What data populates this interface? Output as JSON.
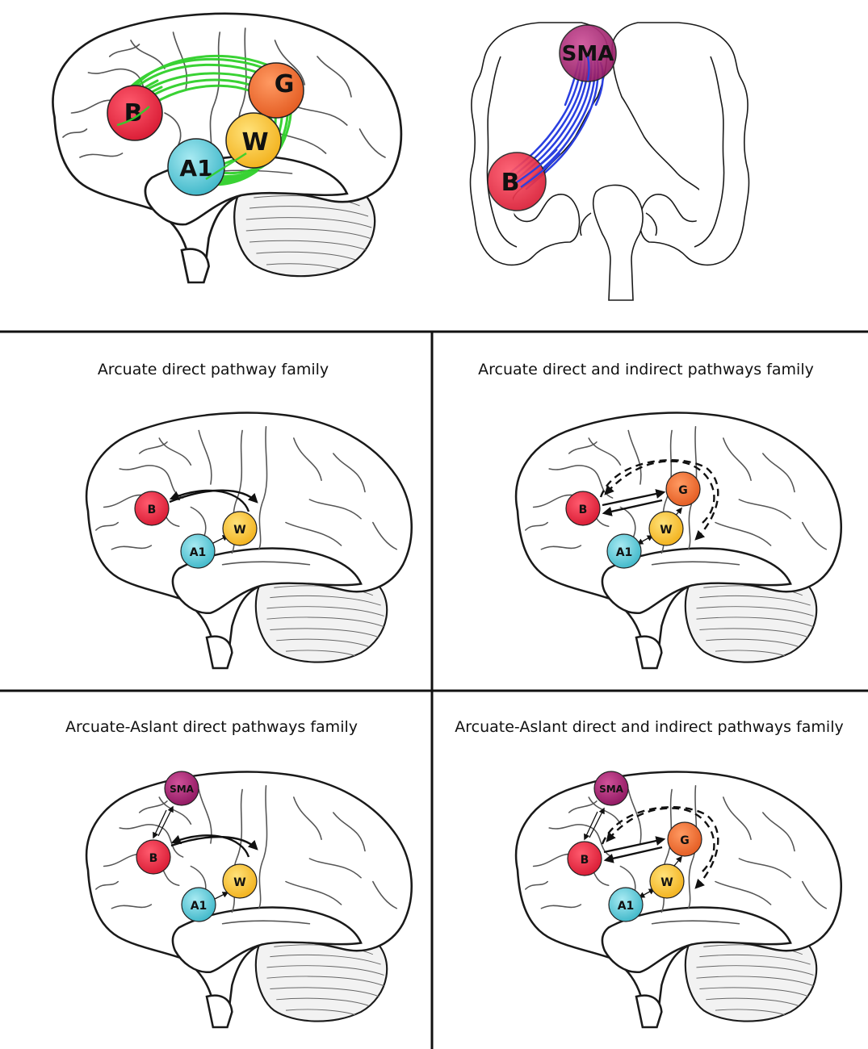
{
  "colors": {
    "B": "#e8283f",
    "G": "#ef6a32",
    "W": "#f5c12a",
    "A1": "#4fc3d3",
    "SMA": "#a8206e",
    "fibers_arcuate": "#2fd02a",
    "fibers_aslant": "#2a3fe0",
    "divider": "#111111"
  },
  "top": {
    "sagittal": {
      "nodes": {
        "B": "B",
        "G": "G",
        "W": "W",
        "A1": "A1"
      }
    },
    "coronal": {
      "nodes": {
        "SMA": "SMA",
        "B": "B"
      }
    }
  },
  "panels": [
    {
      "title": "Arcuate direct pathway family",
      "nodes": {
        "B": "B",
        "W": "W",
        "A1": "A1"
      }
    },
    {
      "title": "Arcuate direct and indirect pathways family",
      "nodes": {
        "B": "B",
        "G": "G",
        "W": "W",
        "A1": "A1"
      }
    },
    {
      "title": "Arcuate-Aslant direct pathways family",
      "nodes": {
        "SMA": "SMA",
        "B": "B",
        "W": "W",
        "A1": "A1"
      }
    },
    {
      "title": "Arcuate-Aslant direct and indirect pathways family",
      "nodes": {
        "SMA": "SMA",
        "B": "B",
        "G": "G",
        "W": "W",
        "A1": "A1"
      }
    }
  ]
}
